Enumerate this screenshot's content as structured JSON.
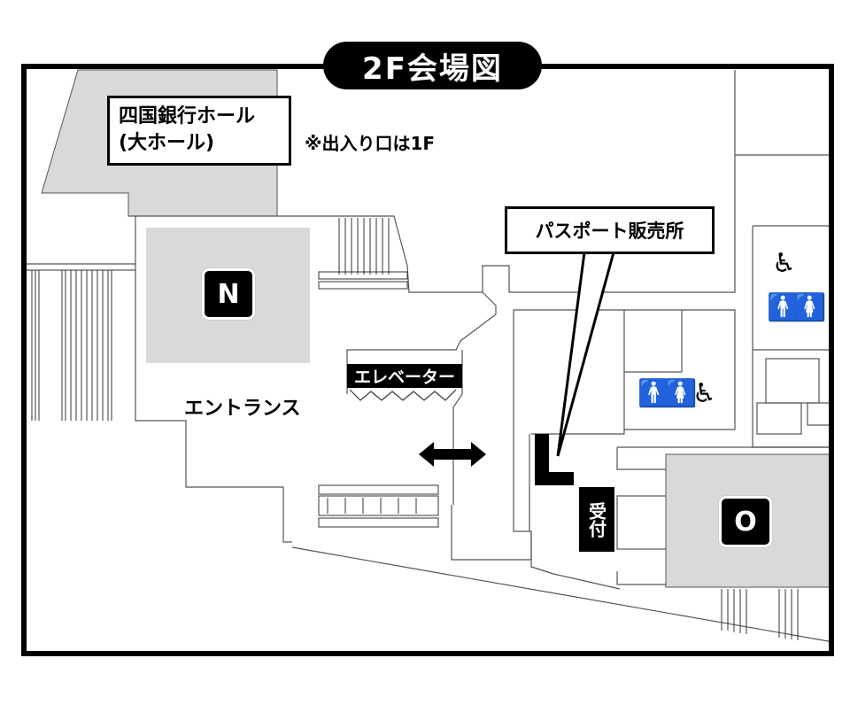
{
  "title": "2F会場図",
  "labels": {
    "hall_line1": "四国銀行ホール",
    "hall_line2": "(大ホール)",
    "entrance_note": "※出入り口は1F",
    "passport": "パスポート販売所",
    "entrance": "エントランス",
    "elevator": "エレベーター",
    "reception": "受付"
  },
  "zones": {
    "north": "N",
    "passport_booth": "L",
    "hall_o": "O"
  },
  "icons": [
    "wheelchair-icon",
    "male-toilet-icon",
    "female-toilet-icon",
    "two-way-arrow-icon"
  ],
  "colors": {
    "fill_grey": "#d9d9d9",
    "ink": "#000000"
  }
}
